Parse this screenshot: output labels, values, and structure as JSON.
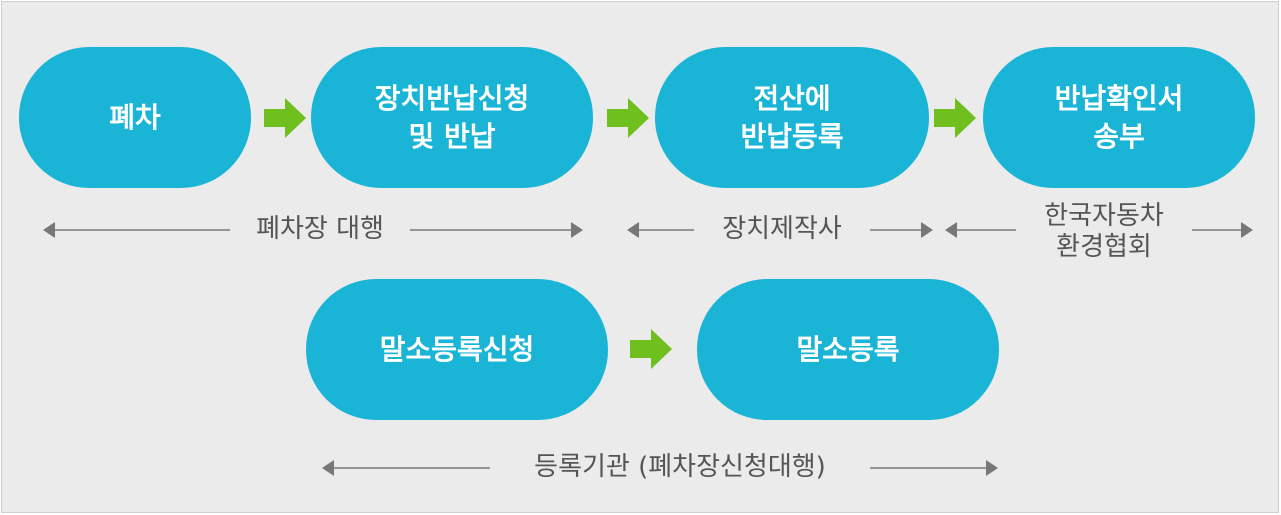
{
  "colors": {
    "node_fill": "#19b4d6",
    "arrow_fill": "#6fbf1f",
    "line": "#777777",
    "background": "#ebebeb"
  },
  "nodes": {
    "scrap": {
      "lines": [
        "폐차"
      ]
    },
    "device_return": {
      "lines": [
        "장치반납신청",
        "및 반납"
      ]
    },
    "computer_registration": {
      "lines": [
        "전산에",
        "반납등록"
      ]
    },
    "confirmation_send": {
      "lines": [
        "반납확인서",
        "송부"
      ]
    },
    "deregistration_apply": {
      "lines": [
        "말소등록신청"
      ]
    },
    "deregistration": {
      "lines": [
        "말소등록"
      ]
    }
  },
  "responsibilities": {
    "scrapyard_agency": {
      "lines": [
        "폐차장 대행"
      ]
    },
    "device_maker": {
      "lines": [
        "장치제작사"
      ]
    },
    "env_association": {
      "lines": [
        "한국자동차",
        "환경협회"
      ]
    },
    "registration_office": {
      "lines": [
        "등록기관 (폐차장신청대행)"
      ]
    }
  }
}
